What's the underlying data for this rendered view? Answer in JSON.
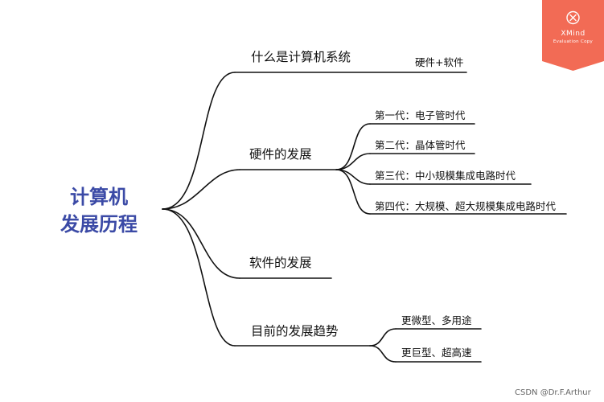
{
  "root": {
    "line1": "计算机",
    "line2": "发展历程"
  },
  "branches": [
    {
      "label": "什么是计算机系统",
      "children": [
        {
          "label": "硬件+软件"
        }
      ]
    },
    {
      "label": "硬件的发展",
      "children": [
        {
          "label": "第一代：电子管时代"
        },
        {
          "label": "第二代：晶体管时代"
        },
        {
          "label": "第三代：中小规模集成电路时代"
        },
        {
          "label": "第四代：大规模、超大规模集成电路时代"
        }
      ]
    },
    {
      "label": "软件的发展",
      "children": []
    },
    {
      "label": "目前的发展趋势",
      "children": [
        {
          "label": "更微型、多用途"
        },
        {
          "label": "更巨型、超高速"
        }
      ]
    }
  ],
  "watermark": {
    "brand": "XMind",
    "subtitle": "Evaluation Copy",
    "color": "#f26b55"
  },
  "footer": {
    "text": "CSDN @Dr.F.Arthur"
  },
  "colors": {
    "root_text": "#3b4aa6",
    "line": "#111111"
  }
}
